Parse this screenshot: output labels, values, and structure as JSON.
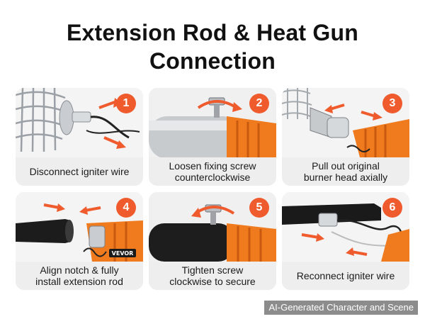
{
  "header": {
    "title_line1": "Extension Rod & Heat Gun",
    "title_line2": "Connection"
  },
  "steps": [
    {
      "number": "1",
      "line1": "Disconnect igniter wire",
      "line2": ""
    },
    {
      "number": "2",
      "line1": "Loosen fixing screw",
      "line2": "counterclockwise"
    },
    {
      "number": "3",
      "line1": "Pull out original",
      "line2": "burner head axially"
    },
    {
      "number": "4",
      "line1": "Align notch & fully",
      "line2": "install extension rod"
    },
    {
      "number": "5",
      "line1": "Tighten screw",
      "line2": "clockwise to secure"
    },
    {
      "number": "6",
      "line1": "Reconnect igniter wire",
      "line2": ""
    }
  ],
  "brand_label": "VEVOR",
  "footer": {
    "watermark": "AI-Generated Character and Scene"
  },
  "colors": {
    "accent": "#ef5b2d",
    "tool_orange": "#f07a1e",
    "caption_bg": "#eeeeee"
  }
}
